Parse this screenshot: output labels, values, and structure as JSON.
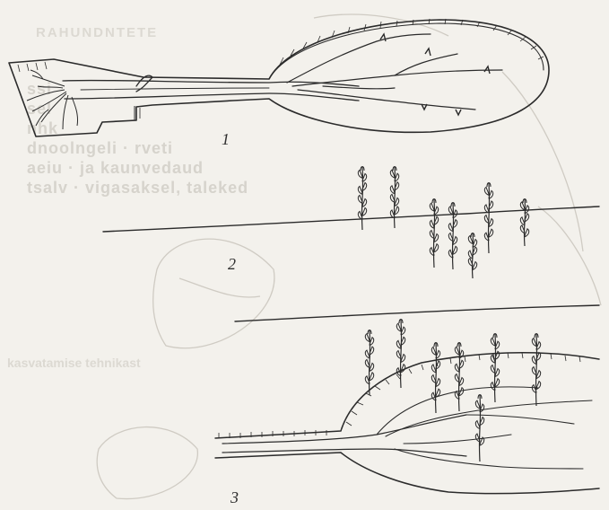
{
  "bleed_through": {
    "heading": "RAHUNDNTETE",
    "paragraph": "ssi\nsel\nnhk\ndnoolngeli · rveti\naeiu · ja kaunvedaud\ntsalv · vigasaksel, taleked",
    "footer": "kasvatamise tehnikast"
  },
  "figure": {
    "labels": {
      "panel_1": "1",
      "panel_2": "2",
      "panel_3": "3"
    }
  }
}
